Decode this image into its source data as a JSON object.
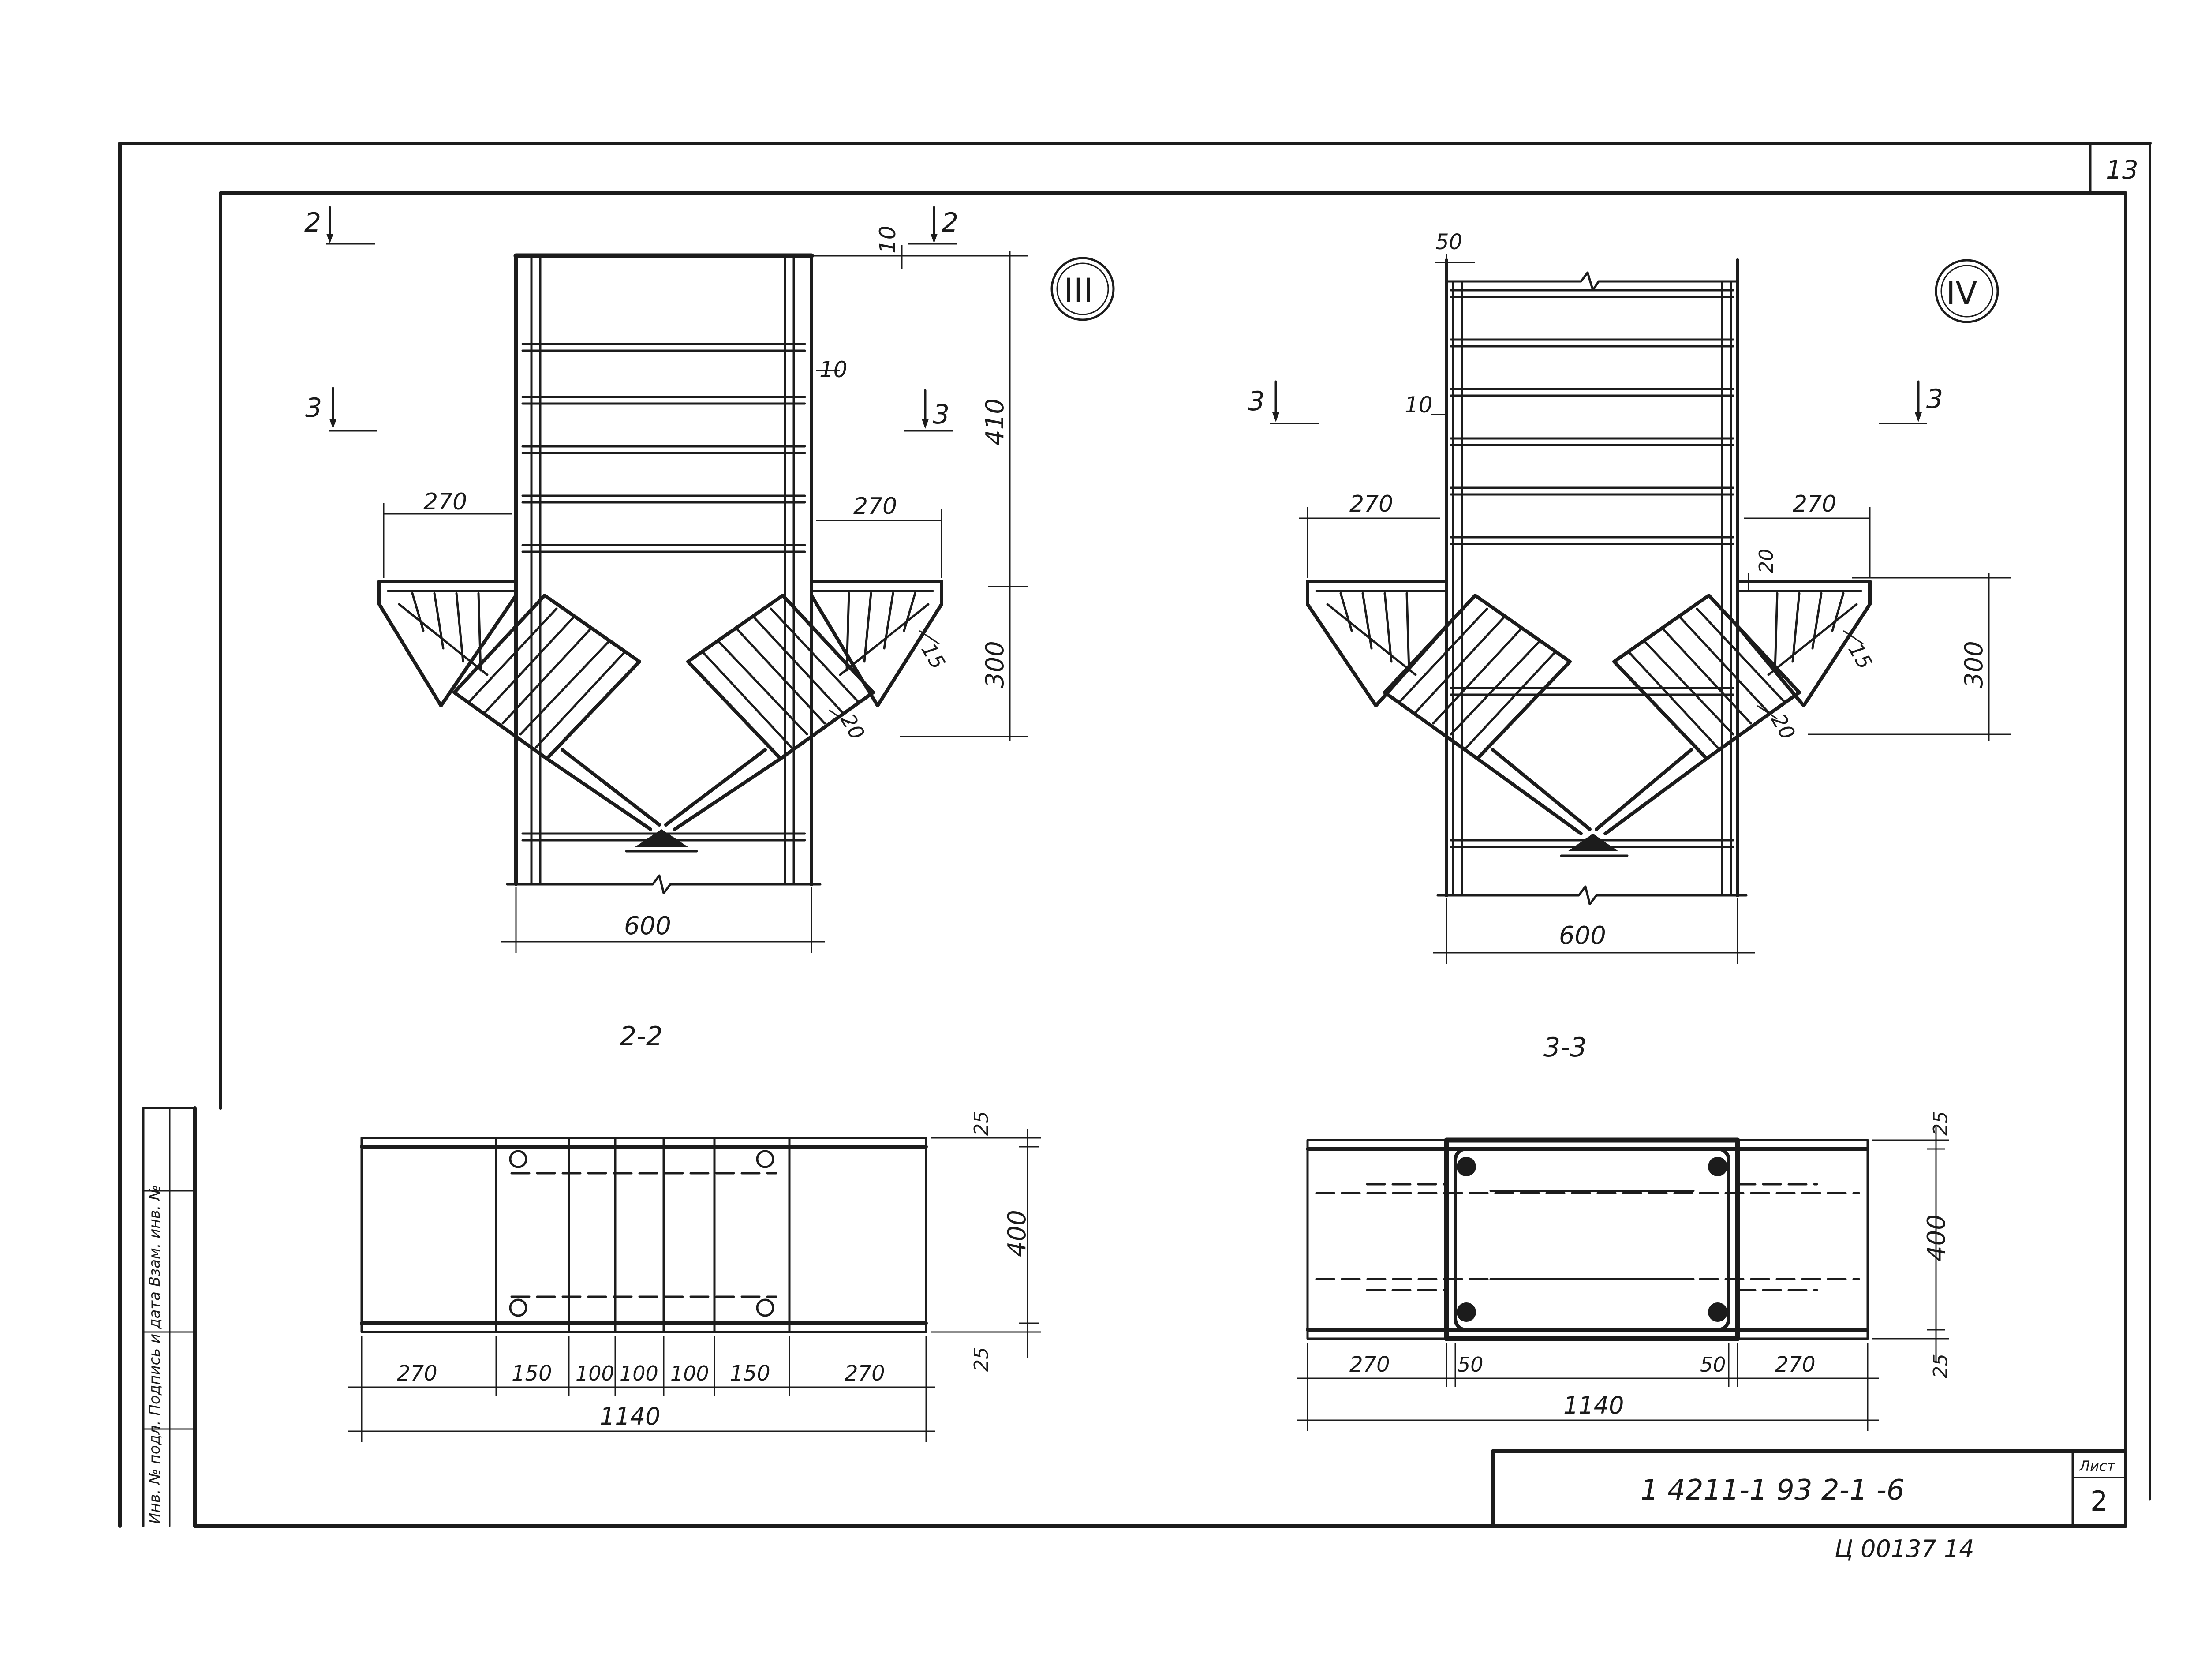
{
  "sheet": {
    "page_corner_number": "13",
    "sheet_label": "Лист",
    "sheet_number": "2",
    "drawing_code": "1 4211-1 93 2-1 -6",
    "stamp_note": "Ц 00137  14",
    "left_stamp_text": "Инв. № подл.  Подпись и дата  Взам. инв. №"
  },
  "view_III": {
    "label": "III",
    "section_mark_2": "2",
    "section_mark_3": "3",
    "dims": {
      "top_gap": "10",
      "bar_gap": "10",
      "height_upper": "410",
      "left_arm": "270",
      "right_arm": "270",
      "height_lower": "300",
      "gusset_a": "15",
      "gusset_b": "20",
      "width": "600"
    }
  },
  "view_IV": {
    "label": "IV",
    "section_mark_3": "3",
    "dims": {
      "top_gap": "50",
      "bar_gap": "10",
      "left_arm": "270",
      "right_arm": "270",
      "top_small": "20",
      "gusset_a": "15",
      "gusset_b": "20",
      "height_lower": "300",
      "width": "600"
    }
  },
  "section_2_2": {
    "title": "2-2",
    "dims": {
      "top": "25",
      "height": "400",
      "bottom": "25",
      "s1": "270",
      "s2": "150",
      "s3": "100",
      "s4": "100",
      "s5": "100",
      "s6": "150",
      "s7": "270",
      "total": "1140"
    }
  },
  "section_3_3": {
    "title": "3-3",
    "dims": {
      "top": "25",
      "height": "400",
      "bottom": "25",
      "left": "270",
      "left_in": "50",
      "right_in": "50",
      "right": "270",
      "total": "1140"
    }
  }
}
